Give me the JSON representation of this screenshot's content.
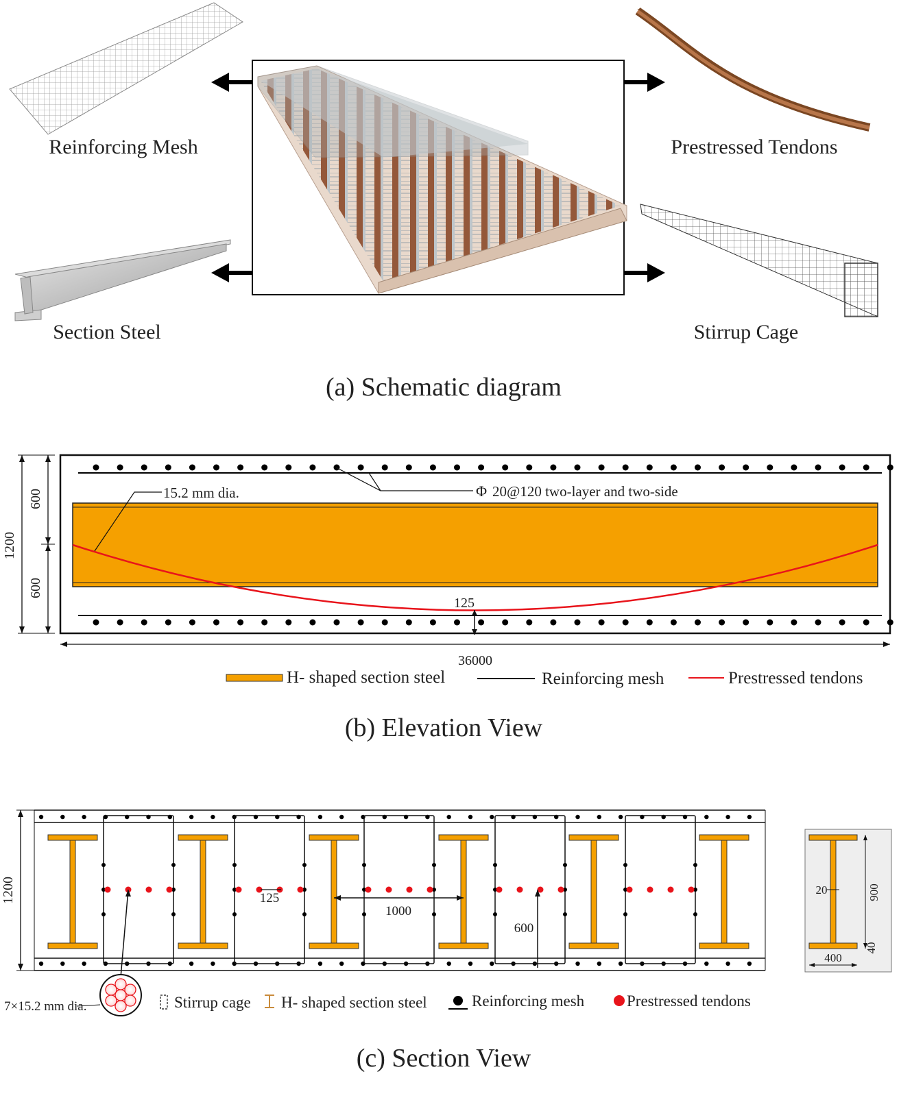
{
  "panel_a": {
    "caption": "(a) Schematic diagram",
    "components": {
      "mesh": "Reinforcing Mesh",
      "steel": "Section Steel",
      "tendons": "Prestressed Tendons",
      "cage": "Stirrup Cage"
    }
  },
  "panel_b": {
    "caption": "(b) Elevation View",
    "dim_total_height": "1200",
    "dim_upper_half": "600",
    "dim_lower_half": "600",
    "dim_length": "36000",
    "dim_sag": "125",
    "tendon_label": "15.2 mm dia.",
    "rebar_symbol": "Φ",
    "rebar_label": "20@120 two-layer and two-side",
    "legend": {
      "steel": "H- shaped section steel",
      "mesh": "Reinforcing mesh",
      "tendons": "Prestressed tendons"
    }
  },
  "panel_c": {
    "caption": "(c) Section View",
    "dim_height": "1200",
    "dim_tendon_spacing": "125",
    "dim_steel_spacing": "1000",
    "dim_tendon_height": "600",
    "strand_label": "7×15.2 mm dia.",
    "detail": {
      "dim_web": "20",
      "dim_height": "900",
      "dim_flange_t": "40",
      "dim_width": "400"
    },
    "legend": {
      "cage": "Stirrup cage",
      "steel": "H- shaped section steel",
      "mesh": "Reinforcing mesh",
      "tendons": "Prestressed tendons"
    }
  },
  "colors": {
    "steel": "#f5a000",
    "tendon": "#e8141b",
    "mesh": "#000000"
  }
}
